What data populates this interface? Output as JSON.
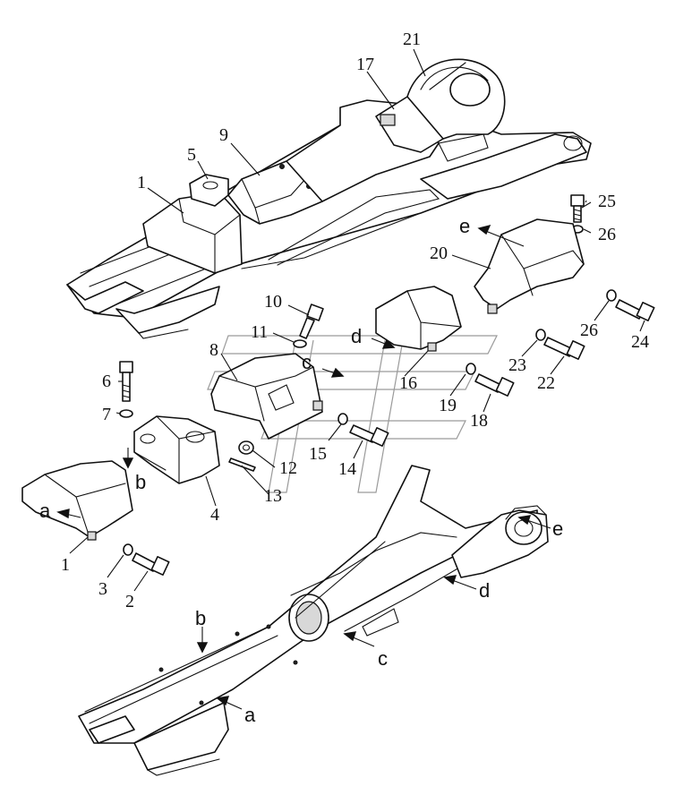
{
  "labels": {
    "p1_top": "1",
    "p5": "5",
    "p9": "9",
    "p17": "17",
    "p21": "21",
    "p25": "25",
    "p26_top": "26",
    "p20": "20",
    "p10": "10",
    "p11": "11",
    "p8": "8",
    "p6": "6",
    "p7": "7",
    "p4": "4",
    "p12": "12",
    "p13": "13",
    "p15": "15",
    "p14": "14",
    "p16": "16",
    "p19": "19",
    "p18": "18",
    "p23": "23",
    "p22": "22",
    "p26_mid": "26",
    "p24": "24",
    "p1_bottom": "1",
    "p3": "3",
    "p2": "2"
  },
  "refs": {
    "a_cover": "a",
    "b_cover": "b",
    "c_cover": "c",
    "d_cover": "d",
    "e_cover": "e",
    "a_frame": "a",
    "b_frame": "b",
    "c_frame": "c",
    "d_frame": "d",
    "e_frame": "e"
  }
}
